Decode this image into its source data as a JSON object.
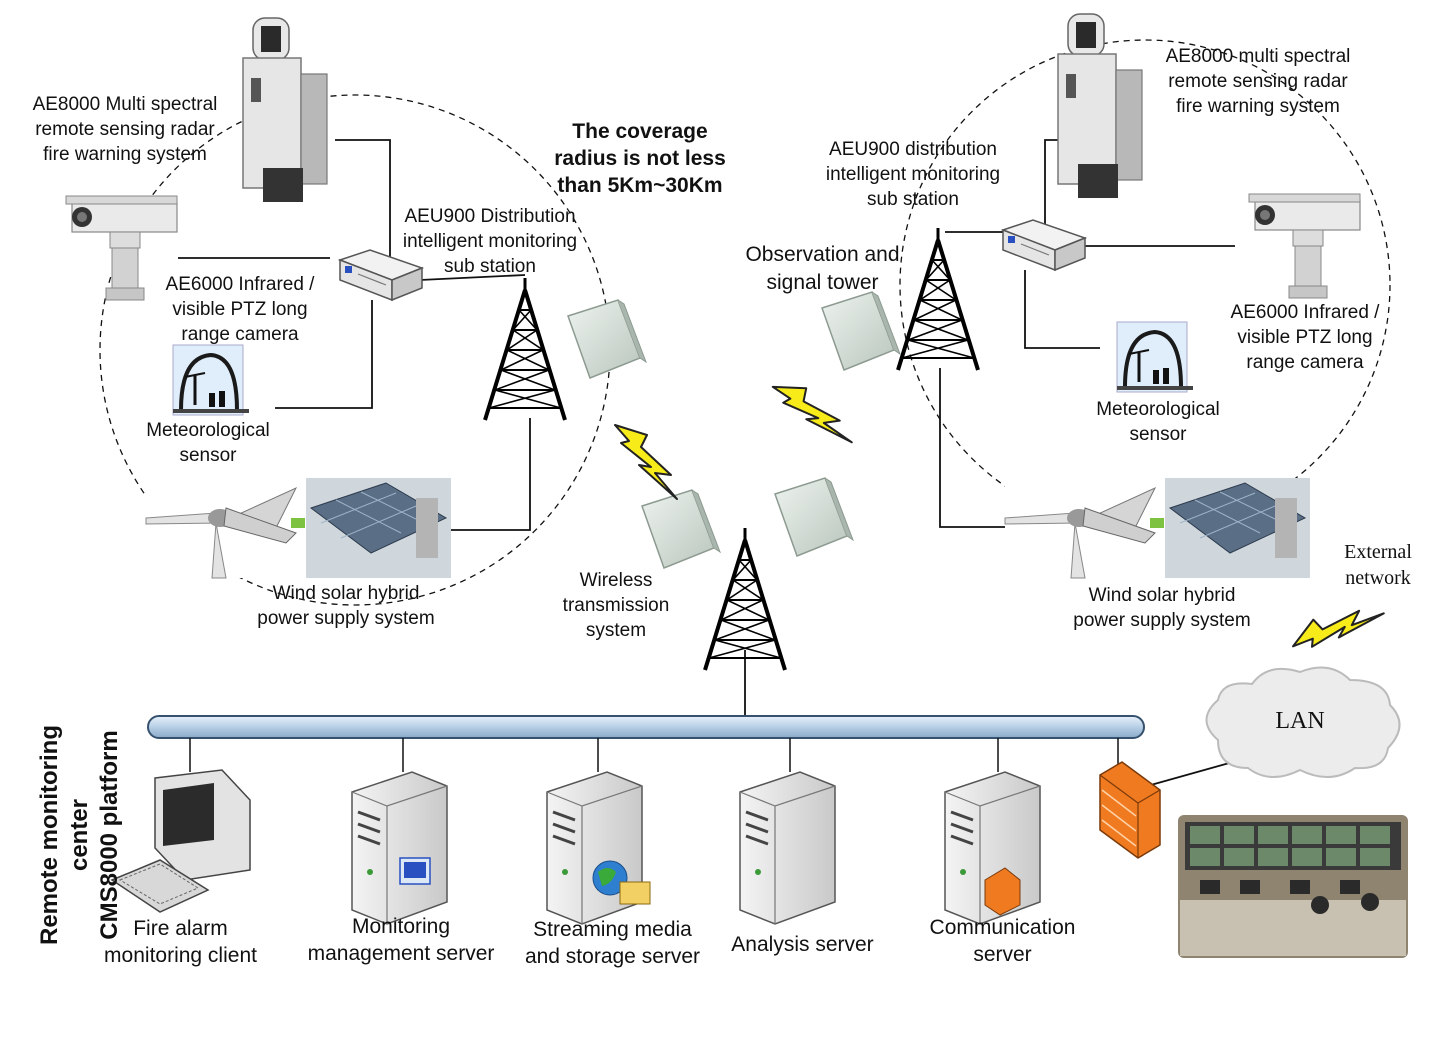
{
  "labels": {
    "ae8000_left": [
      "AE8000 Multi spectral",
      "remote sensing radar",
      "fire warning system"
    ],
    "ae8000_right": [
      "AE8000 multi spectral",
      "remote sensing radar",
      "fire warning system"
    ],
    "coverage": [
      "The coverage",
      "radius is not less",
      "than 5Km~30Km"
    ],
    "aeu900_left": [
      "AEU900 Distribution",
      "intelligent monitoring",
      "sub station"
    ],
    "aeu900_right": [
      "AEU900 distribution",
      "intelligent monitoring",
      "sub station"
    ],
    "observation": [
      "Observation and",
      "signal tower"
    ],
    "ae6000_left": [
      "AE6000 Infrared /",
      "visible PTZ long",
      "range camera"
    ],
    "ae6000_right": [
      "AE6000 Infrared /",
      "visible PTZ long",
      "range camera"
    ],
    "meteo_left": [
      "Meteorological",
      "sensor"
    ],
    "meteo_right": [
      "Meteorological",
      "sensor"
    ],
    "wind_left": [
      "Wind solar hybrid",
      "power supply system"
    ],
    "wind_right": [
      "Wind solar hybrid",
      "power supply system"
    ],
    "wireless": [
      "Wireless",
      "transmission",
      "system"
    ],
    "external": [
      "External",
      "network"
    ],
    "lan": "LAN",
    "remote_center": [
      "Remote monitoring",
      "center",
      "CMS8000 platform"
    ],
    "fire_alarm": [
      "Fire alarm",
      "monitoring client"
    ],
    "monitoring_server": [
      "Monitoring",
      "management server"
    ],
    "streaming": [
      "Streaming media",
      "and storage server"
    ],
    "analysis": [
      "Analysis server"
    ],
    "communication": [
      "Communication",
      "server"
    ]
  },
  "colors": {
    "bolt": "#f7ec1a",
    "bus": "#c9dcef",
    "firewall": "#f07a20",
    "antenna": "#d4ddd6"
  }
}
